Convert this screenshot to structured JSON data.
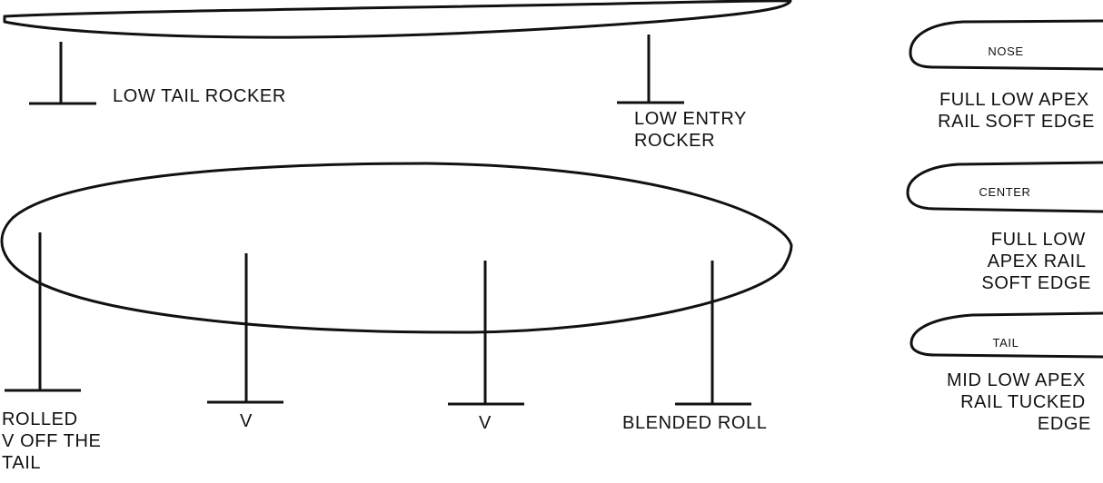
{
  "rocker": {
    "tail_label": "LOW TAIL ROCKER",
    "entry_label_lines": [
      "LOW  ENTRY",
      "ROCKER"
    ]
  },
  "bottom": {
    "tail_label_lines": [
      "ROLLED",
      "V OFF THE",
      "TAIL"
    ],
    "v1_label": "V",
    "v2_label": "V",
    "front_label": "BLENDED ROLL"
  },
  "rails": {
    "nose": {
      "tag": "NOSE",
      "desc_lines": [
        "FULL LOW APEX",
        "RAIL SOFT EDGE"
      ]
    },
    "center": {
      "tag": "CENTER",
      "desc_lines": [
        "FULL LOW",
        "APEX RAIL",
        "SOFT EDGE"
      ]
    },
    "tail": {
      "tag": "TAIL",
      "desc_lines": [
        "MID LOW APEX",
        "RAIL TUCKED",
        "EDGE"
      ]
    }
  },
  "colors": {
    "ink": "#111111",
    "background": "#ffffff"
  }
}
